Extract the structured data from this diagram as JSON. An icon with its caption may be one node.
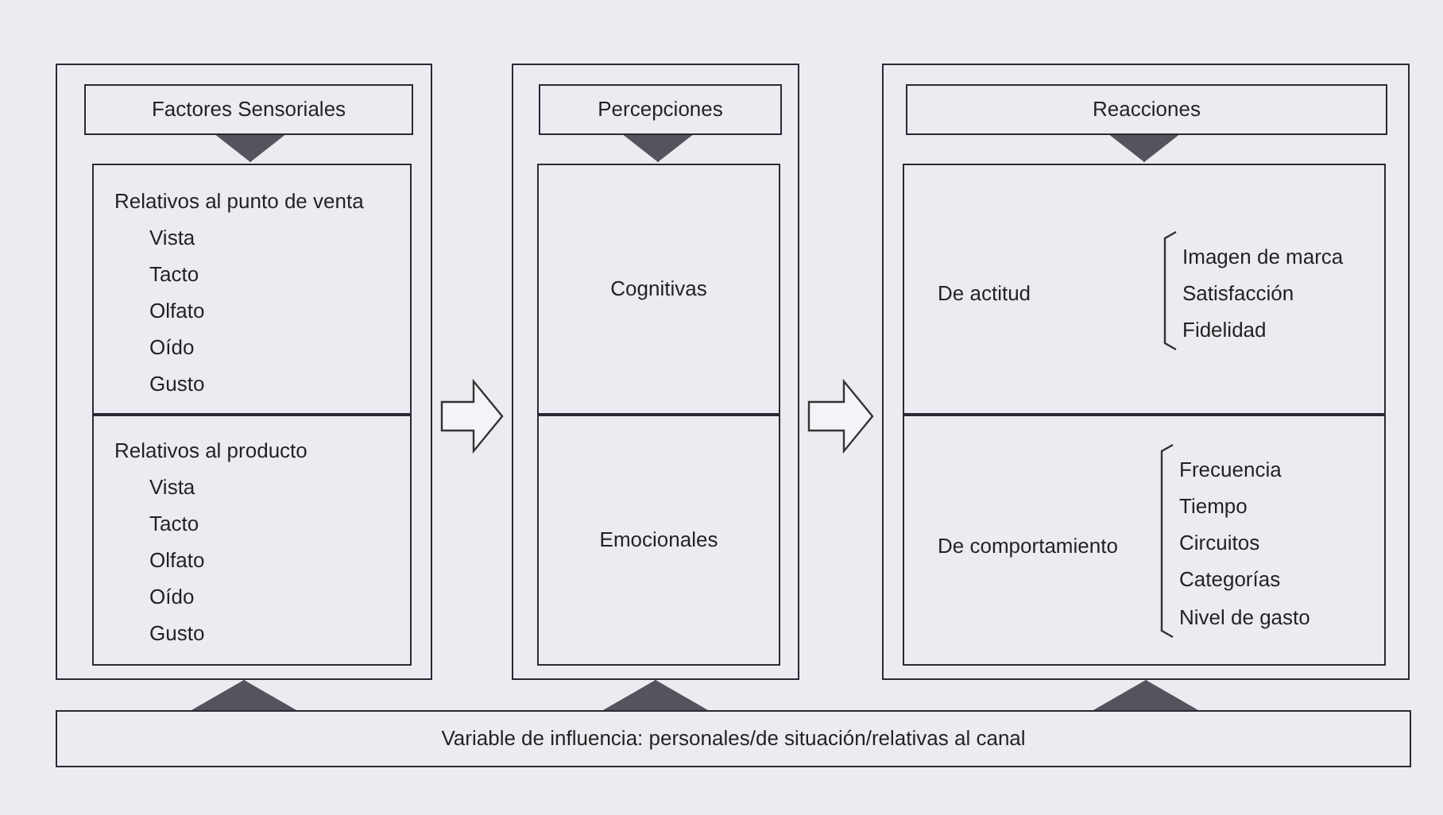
{
  "diagram": {
    "nodes": [
      {
        "text": [],
        "shape": "box"
      },
      {
        "text": [
          "Factores Sensoriales"
        ],
        "in": 0
      },
      {
        "text": [
          "Relativos al punto de venta",
          "Vista",
          "Tacto",
          "Olfato",
          "Oído",
          "Gusto"
        ],
        "in": 0
      },
      {
        "text": [
          "Relativos al producto",
          "Vista",
          "Tacto",
          "Olfato",
          "Oído",
          "Gusto"
        ],
        "in": 0
      },
      {
        "text": [],
        "shape": "box"
      },
      {
        "text": [
          "Percepciones"
        ],
        "in": 4
      },
      {
        "text": [
          "Cognitivas"
        ],
        "in": 4
      },
      {
        "text": [
          "Emocionales"
        ],
        "in": 4
      },
      {
        "text": [],
        "shape": "box"
      },
      {
        "text": [
          "Reacciones"
        ],
        "in": 8
      },
      {
        "text": [
          "De actitud",
          "Imagen de marca",
          "Satisfacción",
          "Fidelidad"
        ],
        "in": 8
      },
      {
        "text": [
          "De comportamiento",
          "Frecuencia",
          "Tiempo",
          "Circuitos",
          "Categorías",
          "Nivel de gasto"
        ],
        "in": 8
      },
      {
        "text": [
          "Variable de influencia: personales/de situación/relativas al canal"
        ]
      }
    ],
    "edges": [
      {
        "from": 1,
        "to": 2,
        "arrow": "to"
      },
      {
        "from": 5,
        "to": 6,
        "arrow": "to"
      },
      {
        "from": 9,
        "to": 10,
        "arrow": "to"
      },
      {
        "from": 0,
        "to": 4,
        "arrow": "to"
      },
      {
        "from": 4,
        "to": 8,
        "arrow": "to"
      },
      {
        "from": 12,
        "to": 0,
        "arrow": "to"
      },
      {
        "from": 12,
        "to": 4,
        "arrow": "to"
      },
      {
        "from": 12,
        "to": 8,
        "arrow": "to"
      }
    ]
  }
}
